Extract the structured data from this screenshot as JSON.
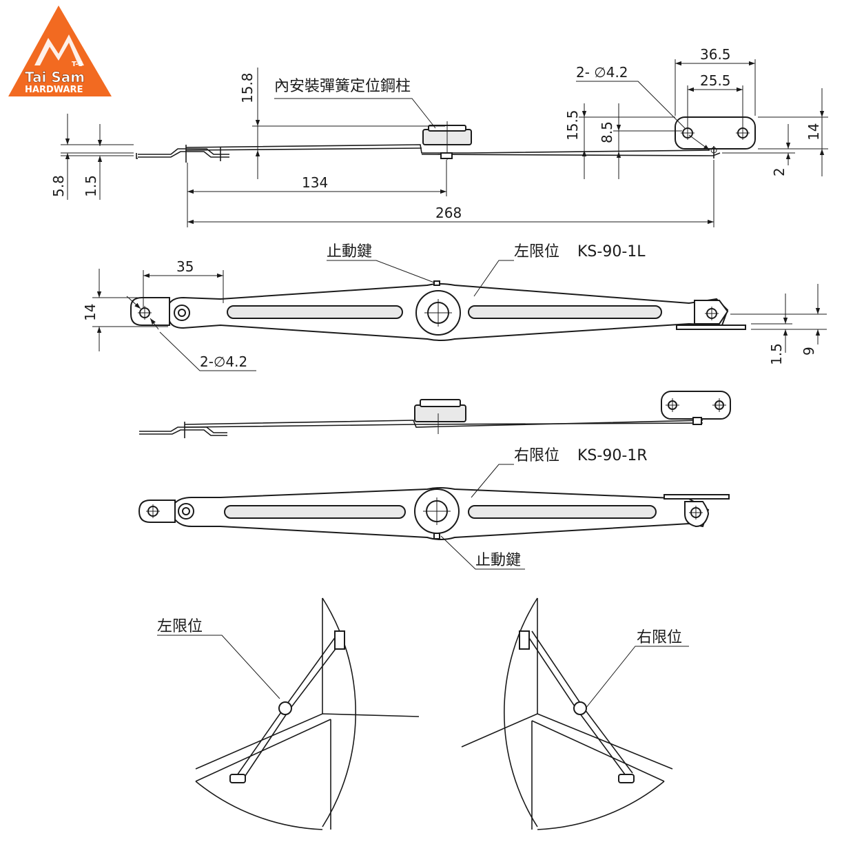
{
  "logo": {
    "brand": "Tai Sam",
    "sub": "HARDWARE",
    "mark": "T-S",
    "color": "#f26a21"
  },
  "side_view": {
    "dims": {
      "d15_8": "15.8",
      "d5_8": "5.8",
      "d1_5": "1.5",
      "d134": "134",
      "d268": "268",
      "d15_5": "15.5",
      "d8_5": "8.5",
      "d36_5": "36.5",
      "d25_5": "25.5",
      "hole": "2- ∅4.2",
      "d14": "14",
      "d2": "2"
    },
    "note": "內安裝彈簧定位鋼柱"
  },
  "left_view": {
    "stop_key": "止動鍵",
    "limit": "左限位",
    "model": "KS-90-1L",
    "dims": {
      "d35": "35",
      "d14": "14",
      "hole": "2-∅4.2",
      "d1_5": "1.5",
      "d9": "9"
    }
  },
  "right_view": {
    "limit": "右限位",
    "model": "KS-90-1R",
    "stop_key": "止動鍵"
  },
  "install": {
    "left_label": "左限位",
    "right_label": "右限位"
  }
}
